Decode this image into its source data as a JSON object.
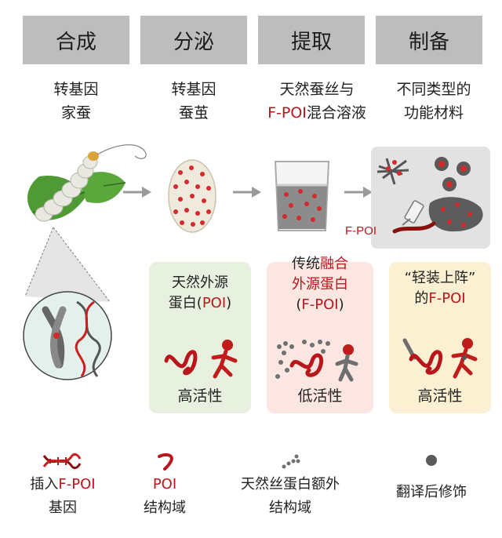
{
  "headers": [
    "合成",
    "分泌",
    "提取",
    "制备"
  ],
  "steps": [
    {
      "line1": "转基因",
      "line2": "家蚕"
    },
    {
      "line1": "转基因",
      "line2": "蚕茧"
    },
    {
      "line1": "天然蚕丝与",
      "line2_red": "F-POI",
      "line2_rest": "混合溶液"
    },
    {
      "line1": "不同类型的",
      "line2": "功能材料"
    }
  ],
  "fpoi_label": "F-POI",
  "panels": [
    {
      "line1": "天然外源",
      "line2_pre": "蛋白(",
      "line2_red": "POI",
      "line2_post": ")",
      "activity": "高活性"
    },
    {
      "line1_pre": "传统",
      "line1_red": "融合",
      "line2_red": "外源蛋白",
      "line3_pre": "(",
      "line3_red": "F-POI",
      "line3_post": ")",
      "activity": "低活性"
    },
    {
      "line1": "“轻装上阵”",
      "line2_pre": "的",
      "line2_red": "F-POI",
      "activity": "高活性"
    }
  ],
  "legend": [
    {
      "line1_pre": "插入",
      "line1_red": "F-POI",
      "line2": "基因",
      "icon": "dna-icon"
    },
    {
      "line1_red": "POI",
      "line2": "结构域",
      "icon": "poi-domain-icon"
    },
    {
      "line1": "天然丝蛋白额外",
      "line2": "结构域",
      "icon": "silk-domain-icon"
    },
    {
      "line1": "翻译后修饰",
      "icon": "modification-dot-icon"
    }
  ],
  "colors": {
    "header_bg": "#bdbdbd",
    "accent_red": "#b8161b",
    "panel_green": "#e8f1e0",
    "panel_pink": "#fbe6e1",
    "panel_yellow": "#fbf0d2"
  }
}
